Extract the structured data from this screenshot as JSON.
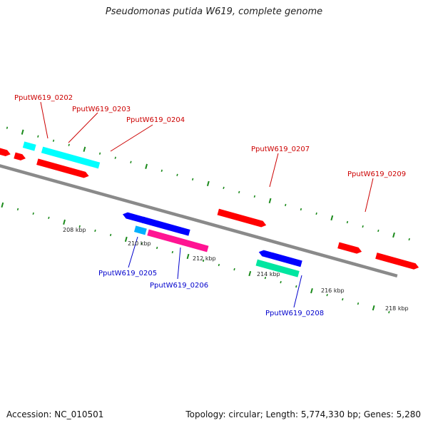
{
  "title": "Pseudomonas putida W619, complete genome",
  "accession": "Accession: NC_010501",
  "topology": "Topology: circular; Length: 5,774,330 bp; Genes: 5,280",
  "colors": {
    "backbone": "#8c8c8c",
    "tick": "#1b8a1b",
    "forward_label": "#cc0000",
    "reverse_label": "#0000cc",
    "red": "#ff0000",
    "cyan": "#00ffff",
    "olive": "#6b8e23",
    "blue": "#0000ff",
    "sky": "#00b0ff",
    "magenta": "#ff1493",
    "aqua_green": "#00e6a0"
  },
  "scale_labels": [
    "208 kbp",
    "210 kbp",
    "212 kbp",
    "214 kbp",
    "216 kbp",
    "218 kbp"
  ],
  "genes_forward": [
    {
      "id": "PputW619_0202",
      "color": "red"
    },
    {
      "id": "PputW619_0203",
      "color": "cyan"
    },
    {
      "id": "PputW619_0204",
      "color": "red"
    },
    {
      "id": "PputW619_0207",
      "color": "red"
    },
    {
      "id": "PputW619_0209",
      "color": "red"
    }
  ],
  "genes_reverse": [
    {
      "id": "PputW619_0205",
      "color": "sky"
    },
    {
      "id": "PputW619_0206",
      "color": "blue"
    },
    {
      "id": "PputW619_0208",
      "color": "aqua_green"
    }
  ]
}
